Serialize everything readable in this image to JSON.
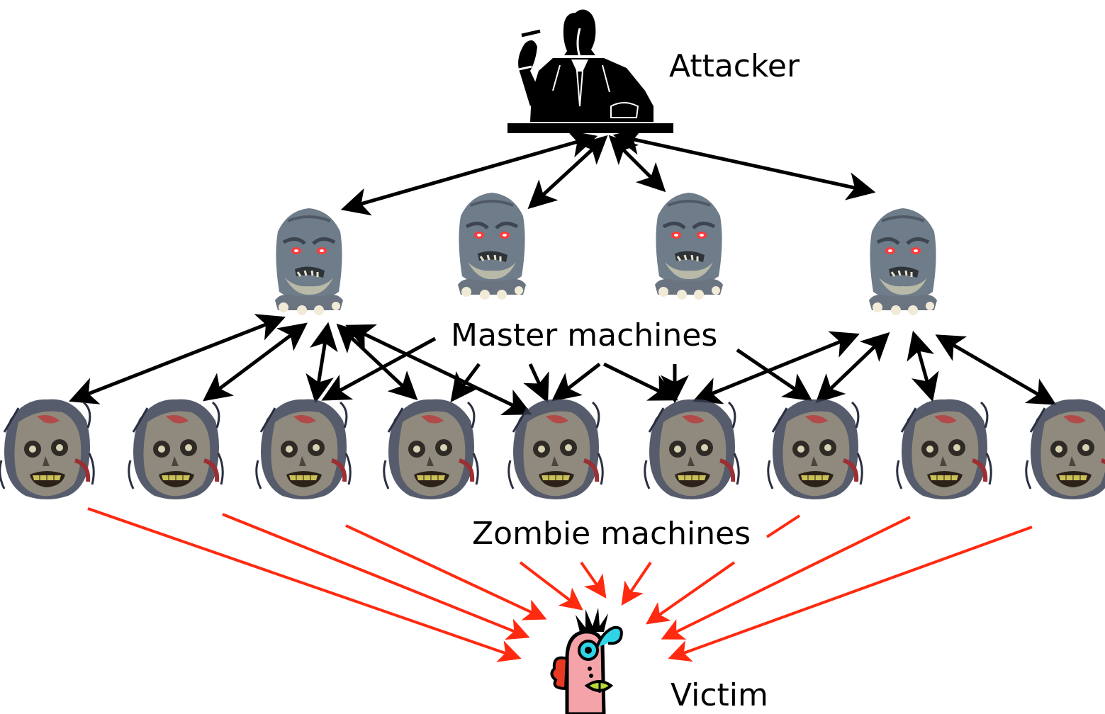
{
  "labels": {
    "attacker": "Attacker",
    "masters": "Master machines",
    "zombies": "Zombie machines",
    "victim": "Victim"
  },
  "colors": {
    "control_arrow": "#000000",
    "attack_arrow": "#ff2a10",
    "master_mask": "#6f7c89",
    "master_eye": "#ff3a3a",
    "zombie_skin": "#8f8a7d",
    "zombie_hair": "#3a3f52",
    "victim_skin": "#f4a3a8",
    "victim_eye": "#2fd5e6",
    "victim_crest": "#e83a22"
  },
  "icons": {
    "attacker": "attacker-figure-icon",
    "master": "masked-figure-icon",
    "zombie": "zombie-head-icon",
    "victim": "victim-cartoon-icon"
  }
}
